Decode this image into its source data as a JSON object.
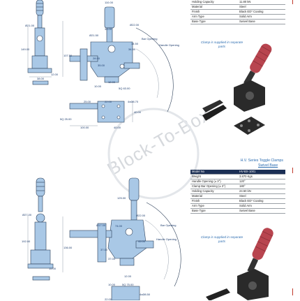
{
  "watermark": "Block-To-Box",
  "colors": {
    "accent": "#2b6cb0",
    "header_bg": "#1b2f55",
    "handle_red": "#b8454f",
    "part_blue": "#a9c8e6"
  },
  "top_table": {
    "rows": [
      {
        "label": "Holding Capacity",
        "value": "11.80 kN"
      },
      {
        "label": "Material",
        "value": "Steel"
      },
      {
        "label": "Finish",
        "value": "Black ED* Coating"
      },
      {
        "label": "Arm Type",
        "value": "Solid Arm"
      },
      {
        "label": "Base Type",
        "value": "Swivel Base"
      }
    ]
  },
  "top_note": "Clamp is supplied in separate parts",
  "section2": {
    "title": "H.V. Series Toggle Clamps",
    "subtitle": "Swivel Base",
    "header": {
      "label": "Model No",
      "value": "HV-BX-1001"
    },
    "rows": [
      {
        "label": "Weight",
        "value": "3.870 Kgs"
      },
      {
        "label": "Handle Opening (± 3°)",
        "value": "120°"
      },
      {
        "label": "Clamp Bar Opening (± 3°)",
        "value": "180°"
      },
      {
        "label": "Holding Capacity",
        "value": "24.50 kN"
      },
      {
        "label": "Material",
        "value": "Steel"
      },
      {
        "label": "Finish",
        "value": "Black ED* Coating"
      },
      {
        "label": "Arm Type",
        "value": "Solid Arm"
      },
      {
        "label": "Base Type",
        "value": "Swivel Base"
      }
    ],
    "note": "Clamp is supplied in separate parts"
  },
  "top_drawing": {
    "dims": [
      "110.00",
      "Ø21.00",
      "149.00",
      "38.00",
      "Ø21.50",
      "Ø22.00",
      "Bar Opening",
      "Handle Opening",
      "107.50",
      "14.50",
      "34.50",
      "28.50",
      "35.00",
      "12.00",
      "10.00",
      "5Q 63.00",
      "12.00",
      "38.00",
      "25.00",
      "22.00",
      "4xØ8.70",
      "5Q 25.00",
      "40.00",
      "40.00",
      "100.00"
    ]
  },
  "bottom_drawing": {
    "dims": [
      "125.00",
      "Ø27.00",
      "Ø22.00",
      "Ø17.00",
      "74.00",
      "Bar Opening",
      "Handle Opening",
      "45.00",
      "192.00",
      "136.00",
      "37.00",
      "37.00",
      "15.00",
      "10.00",
      "5Q 75.00",
      "12.00",
      "22.00",
      "4xØ8.50"
    ]
  }
}
